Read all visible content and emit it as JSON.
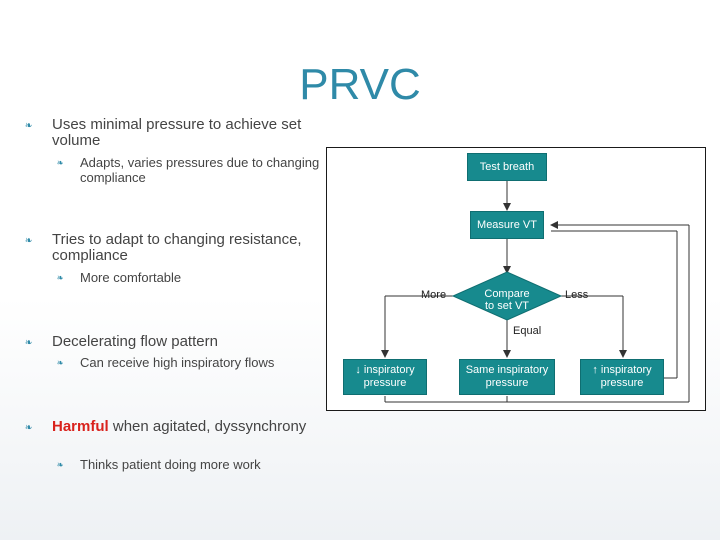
{
  "slide": {
    "title": "PRVC",
    "bullets": [
      {
        "text": "Uses minimal pressure to achieve set volume"
      },
      {
        "text": "Adapts, varies pressures due to changing compliance"
      },
      {
        "text": "Tries to adapt to changing resistance, compliance"
      },
      {
        "text": "More comfortable"
      },
      {
        "text": "Decelerating flow pattern"
      },
      {
        "text": "Can receive high inspiratory flows"
      },
      {
        "highlight": "Harmful",
        "text": " when agitated, dyssynchrony"
      },
      {
        "text": "Thinks patient doing more work"
      }
    ]
  },
  "flowchart": {
    "test_breath": "Test breath",
    "measure_vt": "Measure VT",
    "compare_line1": "Compare",
    "compare_line2": "to set VT",
    "more": "More",
    "less": "Less",
    "equal": "Equal",
    "decrease": "↓ inspiratory pressure",
    "same": "Same inspiratory pressure",
    "increase": "↑ inspiratory pressure",
    "box_color": "#178a8e"
  }
}
